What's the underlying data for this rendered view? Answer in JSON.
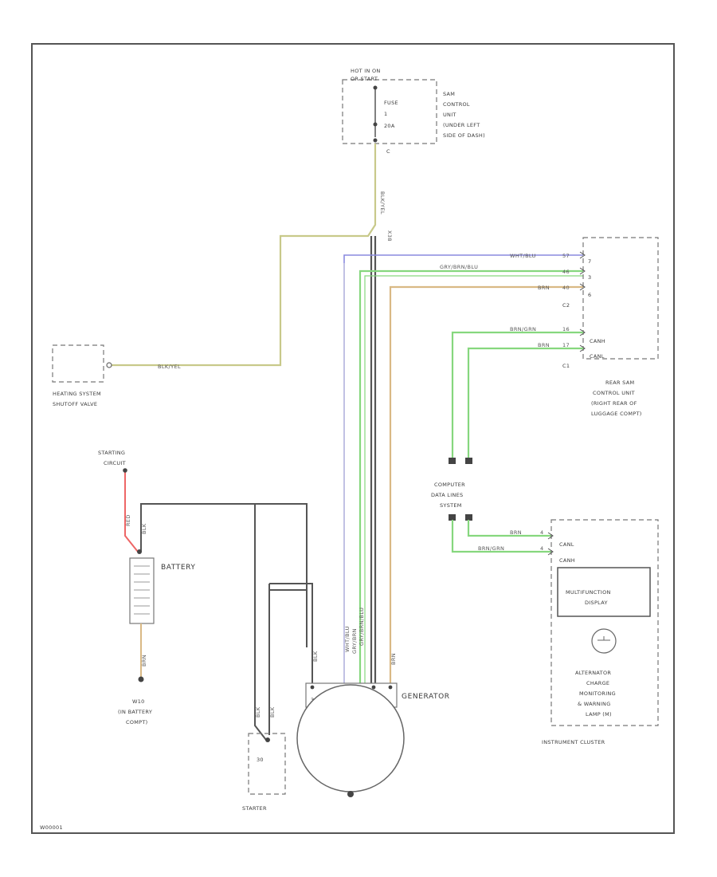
{
  "hot_in_on": [
    "HOT IN ON",
    "OR START"
  ],
  "fuse": [
    "FUSE",
    "1",
    "20A"
  ],
  "fuse_pin": "C",
  "sam_label": [
    "SAM",
    "CONTROL",
    "UNIT",
    "(UNDER LEFT",
    "SIDE OF DASH)"
  ],
  "heating_label": [
    "HEATING SYSTEM",
    "SHUTOFF VALVE"
  ],
  "starting_circuit": [
    "STARTING",
    "CIRCUIT"
  ],
  "battery_label": "BATTERY",
  "ground_label": [
    "W10",
    "(IN BATTERY",
    "COMPT)"
  ],
  "starter_label": "STARTER",
  "starter_pin": "30",
  "generator_label": "GENERATOR",
  "generator_pin": "30",
  "data_bus_label": [
    "COMPUTER",
    "DATA LINES",
    "SYSTEM"
  ],
  "rear_sam_label": [
    "REAR SAM",
    "CONTROL UNIT",
    "(RIGHT REAR OF",
    "LUGGAGE COMPT)"
  ],
  "rear_sam_pins": [
    "7",
    "3",
    "6",
    "CANH",
    "CANL"
  ],
  "connector_c2": "C2",
  "connector_c1": "C1",
  "cluster_pins": [
    "CANL",
    "CANH"
  ],
  "cluster_pin_nums": [
    "4",
    "4"
  ],
  "multifunction_display": [
    "MULTIFUNCTION",
    "DISPLAY"
  ],
  "alternator_lamp": [
    "ALTERNATOR",
    "CHARGE",
    "MONITORING",
    "& WARNING",
    "LAMP (M)"
  ],
  "instrument_cluster": "INSTRUMENT CLUSTER",
  "figure_id": "W00001",
  "wire_labels": {
    "heater": "BLK/YEL",
    "fuse_out": "BLK/YEL",
    "splice": "X38",
    "wht_blu": "WHT/BLU",
    "grn_brn": "GRY/BRN/BLU",
    "brn": "BRN",
    "canh_rear": "BRN/GRN",
    "canl_rear": "BRN",
    "canl_cluster": "BRN",
    "canh_cluster": "BRN/GRN",
    "red": "RED",
    "blk_batt": "BLK",
    "gnd": "BRN",
    "blk_starter_a": "BLK",
    "blk_starter_b": "BLK",
    "gen_blk": "BLK",
    "gen_1": "WHT/BLU",
    "gen_2": "GRY/BRN",
    "gen_3": "GRY/BRN/BLU",
    "gen_4": "BRN"
  },
  "wire_pins": {
    "wht_blu": "57",
    "grn_brn": "46",
    "brn": "40",
    "canh_rear": "16",
    "canl_rear": "17"
  },
  "colors": {
    "yellow_wire": "#c8c98a",
    "blue_wire": "#8a8adf",
    "green_wire": "#86d77e",
    "tan_wire": "#d9b985",
    "red_wire": "#ee6666",
    "black_wire": "#444444",
    "gray_wire": "#a9a9a9"
  }
}
